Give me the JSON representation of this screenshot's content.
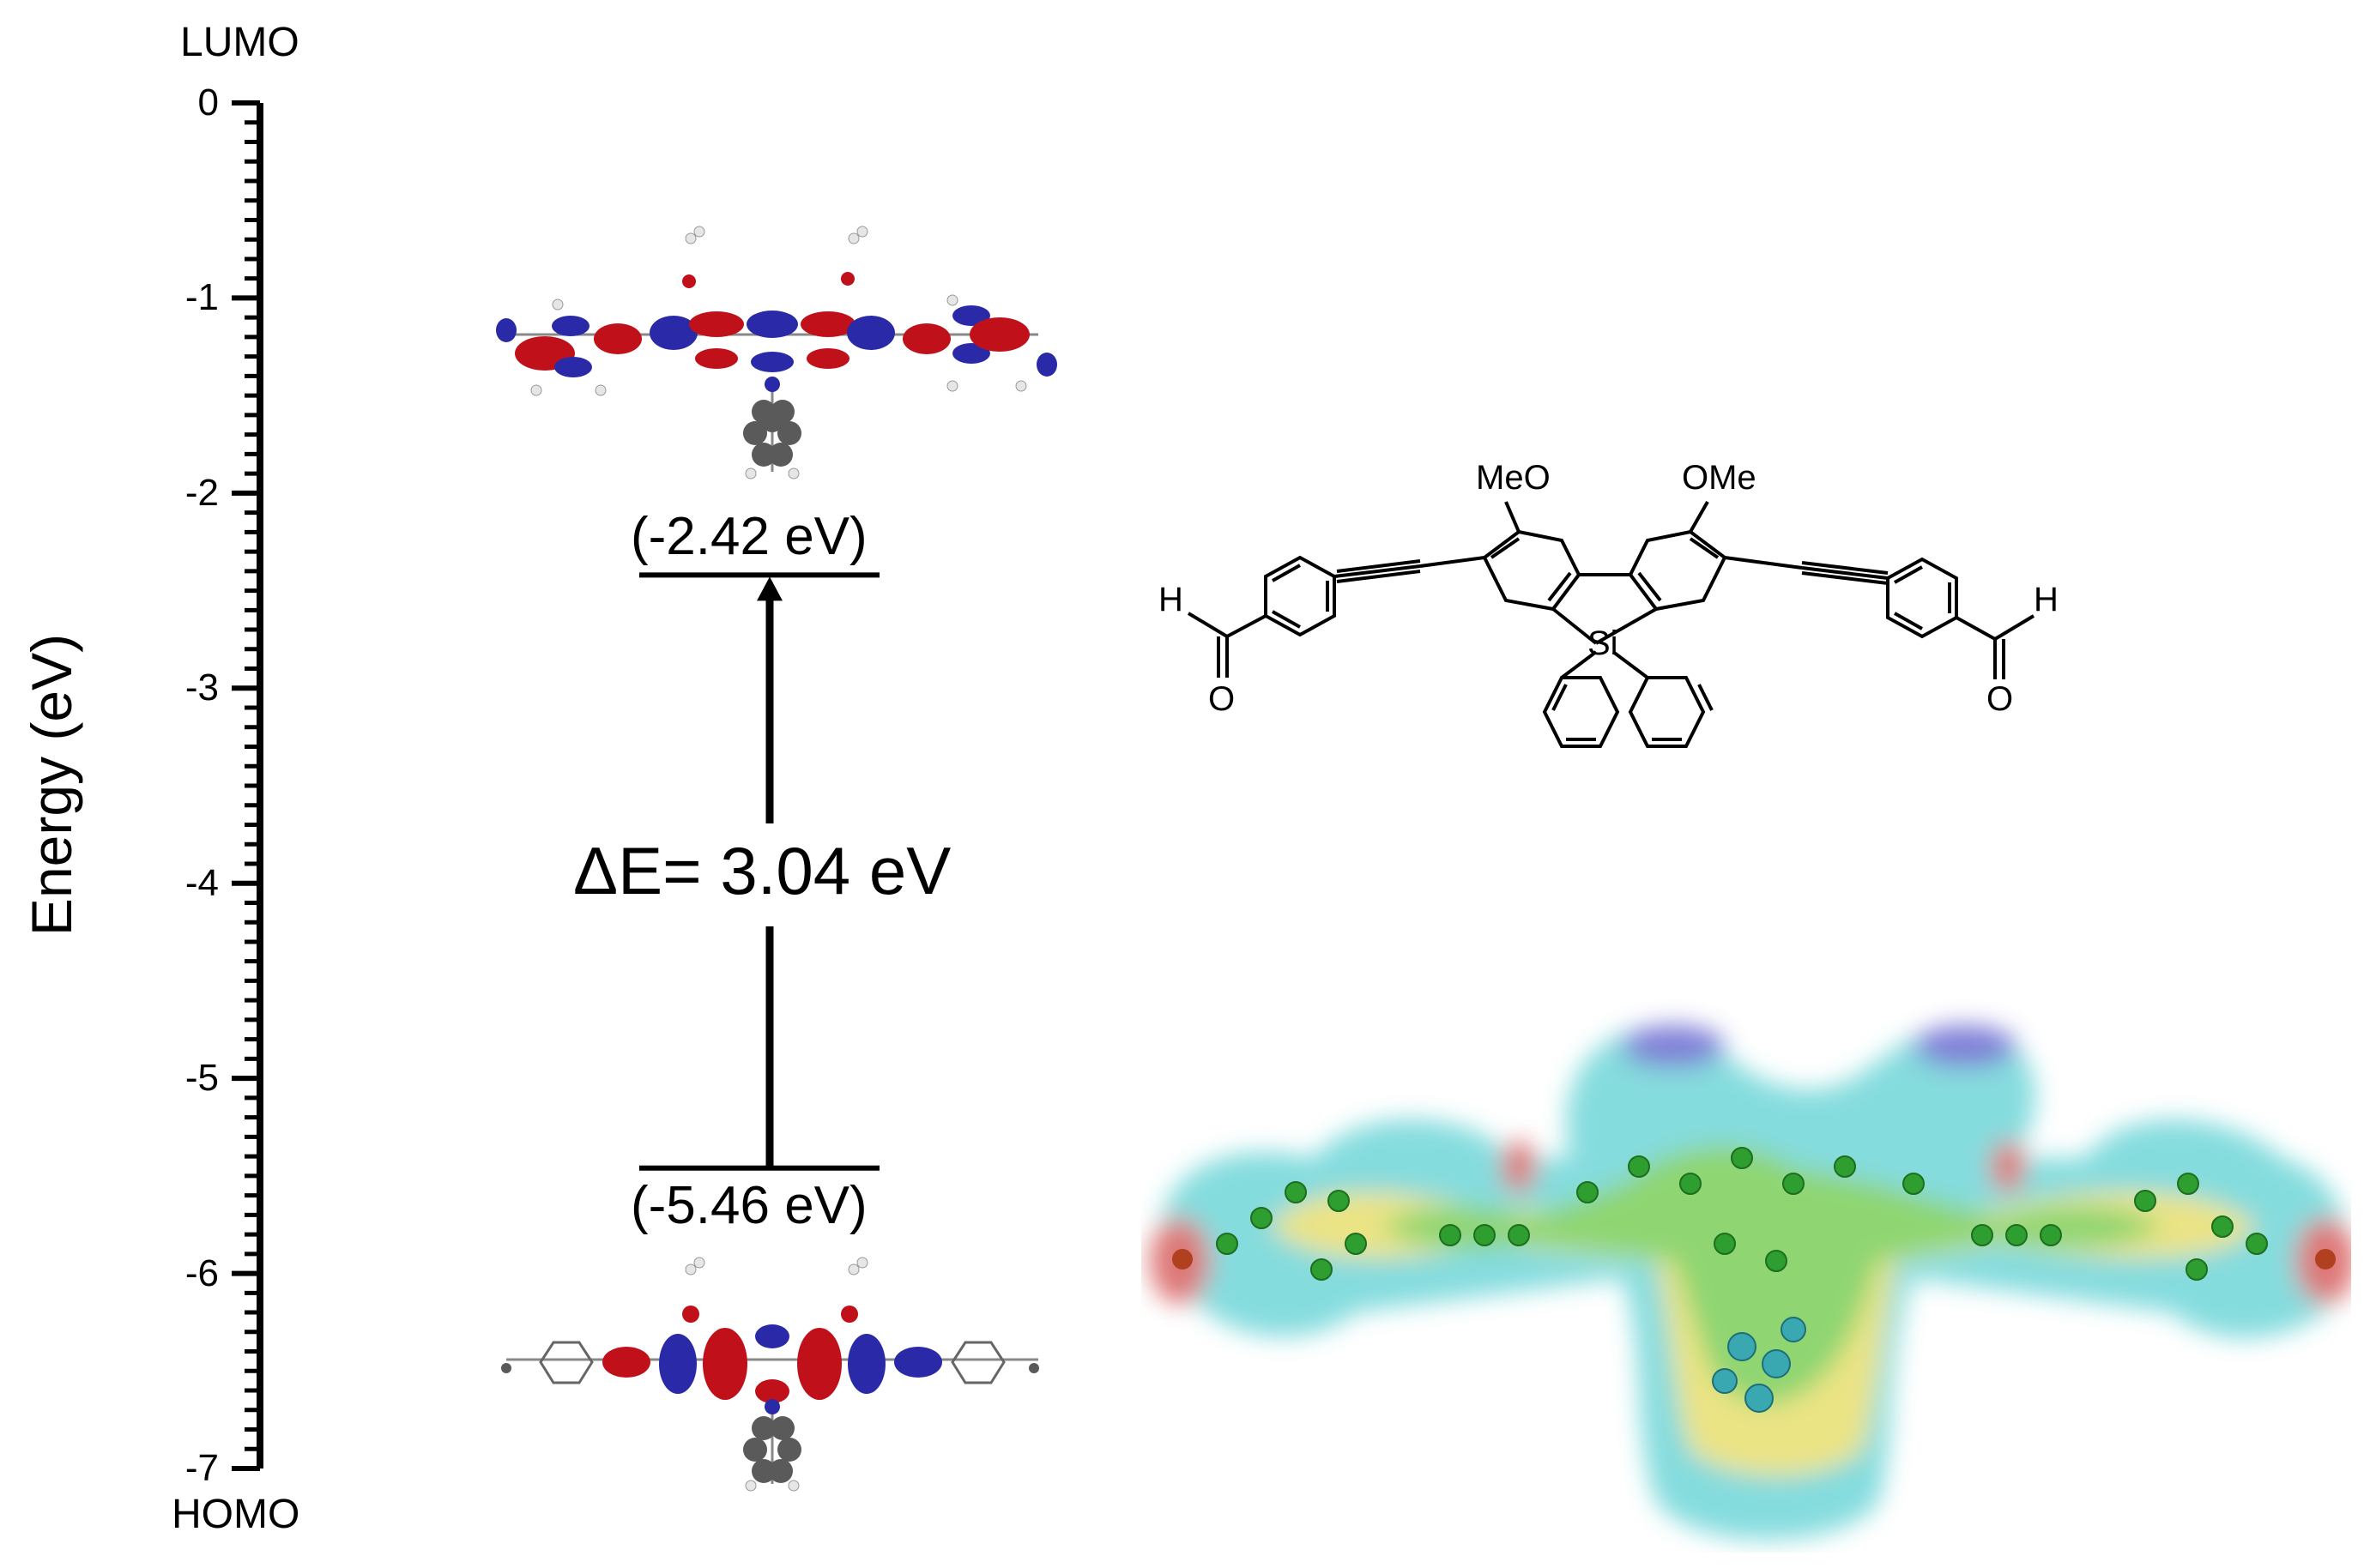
{
  "axis": {
    "title": "Energy (eV)",
    "top_label": "LUMO",
    "bottom_label": "HOMO",
    "ticks": [
      "0",
      "-1",
      "-2",
      "-3",
      "-4",
      "-5",
      "-6",
      "-7"
    ],
    "range": [
      -7,
      0
    ]
  },
  "levels": {
    "lumo_value": -2.42,
    "lumo_label": "(-2.42 eV)",
    "homo_value": -5.46,
    "homo_label": "(-5.46 eV)",
    "gap_label": "ΔE= 3.04 eV"
  },
  "structure": {
    "substituent_left": "MeO",
    "substituent_right": "OMe",
    "center_atom": "Si",
    "aldehyde_h": "H",
    "aldehyde_o": "O"
  },
  "colors": {
    "orbital_positive": "#c0101a",
    "orbital_negative": "#2a2aa8",
    "atom_carbon": "#5a5a5a",
    "atom_hydrogen": "#e6e6e6",
    "esp_green": "#7ccf5a",
    "esp_yellow": "#e8e070",
    "esp_cyan": "#6fd6d8",
    "esp_red": "#d86060",
    "esp_blue": "#6a6ad0"
  }
}
